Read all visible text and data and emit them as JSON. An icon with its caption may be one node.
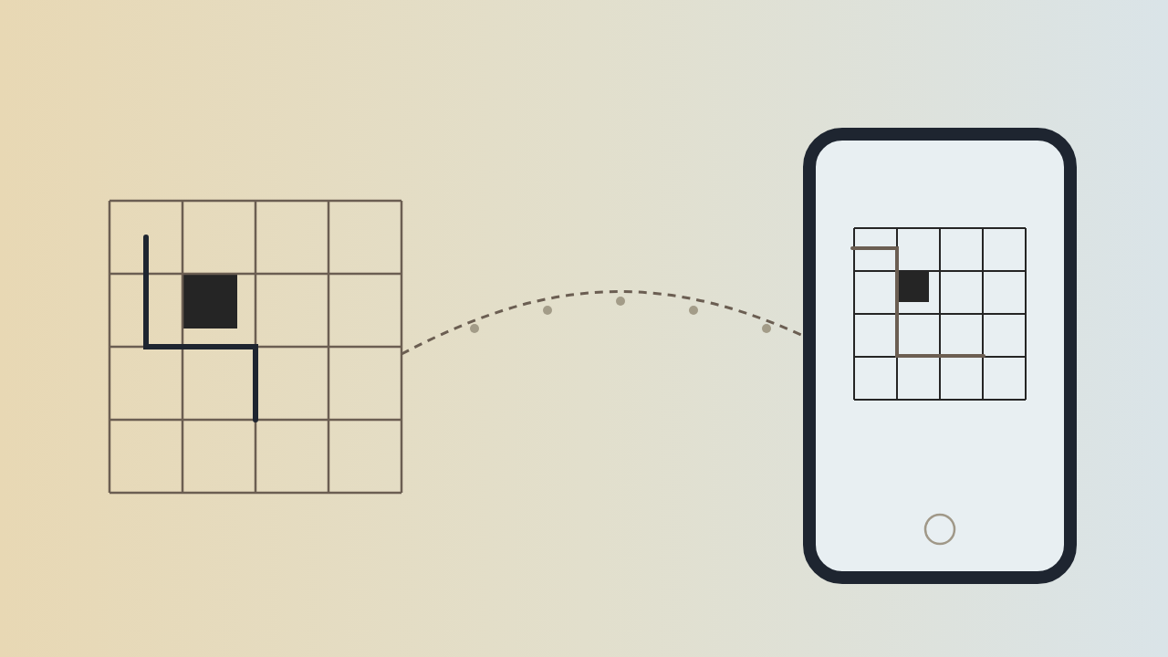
{
  "diagram": {
    "nodes": [
      {
        "text": [],
        "shape": "picture"
      },
      {
        "text": [],
        "shape": "picture"
      },
      {
        "text": [],
        "shape": "picture",
        "in": 1
      }
    ],
    "edges": [
      {
        "from": 0,
        "to": 1,
        "arrow": "none",
        "style": "dashed"
      }
    ]
  }
}
